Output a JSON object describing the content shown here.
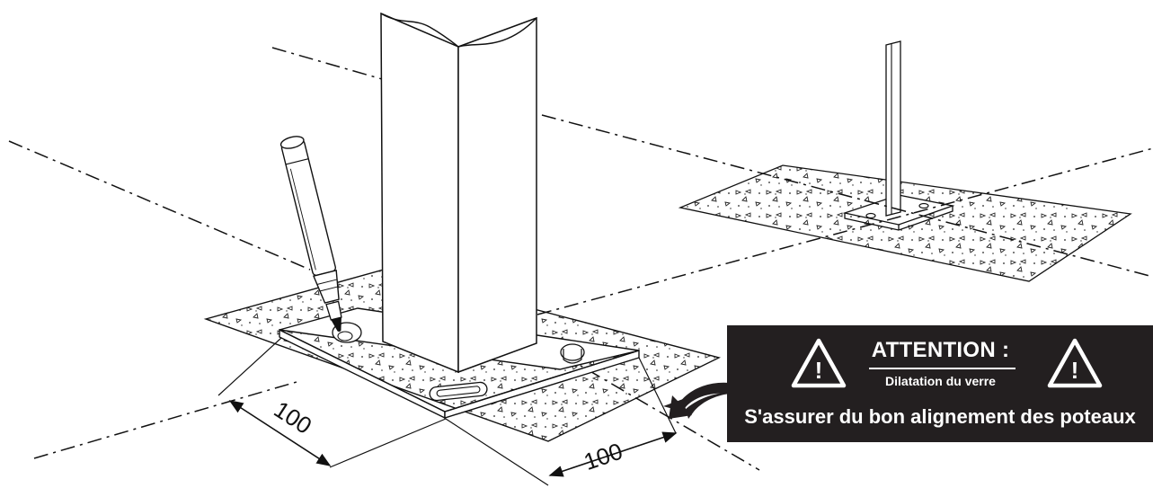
{
  "dimensions": {
    "left": "100",
    "right": "100"
  },
  "warning": {
    "title": "ATTENTION :",
    "subtitle": "Dilatation du verre",
    "message": "S'assurer du bon alignement des poteaux",
    "icon": "warning-triangle-icon"
  },
  "colors": {
    "panel": "#231f20",
    "line": "#111111"
  }
}
